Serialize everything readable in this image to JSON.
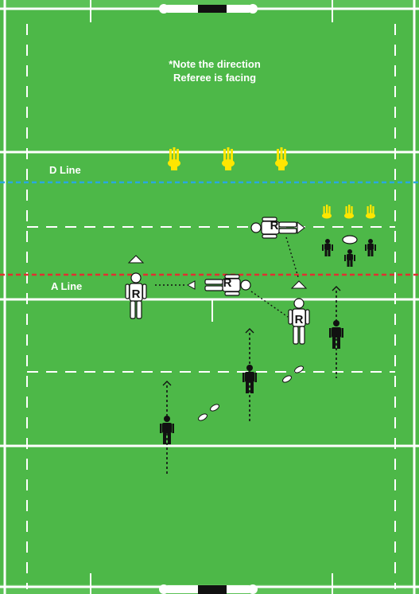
{
  "note": {
    "line1": "*Note the direction",
    "line2": "Referee is facing"
  },
  "lines": {
    "d_line_label": "D Line",
    "d_line_color": "#29a8e0",
    "a_line_label": "A Line",
    "a_line_color": "#e03030"
  },
  "colors": {
    "grass": "#4db848",
    "grass_stripe": "#5cc257",
    "marking": "#ffffff",
    "cone": "#ffe600",
    "player": "#111111"
  },
  "referee_letter": "R"
}
